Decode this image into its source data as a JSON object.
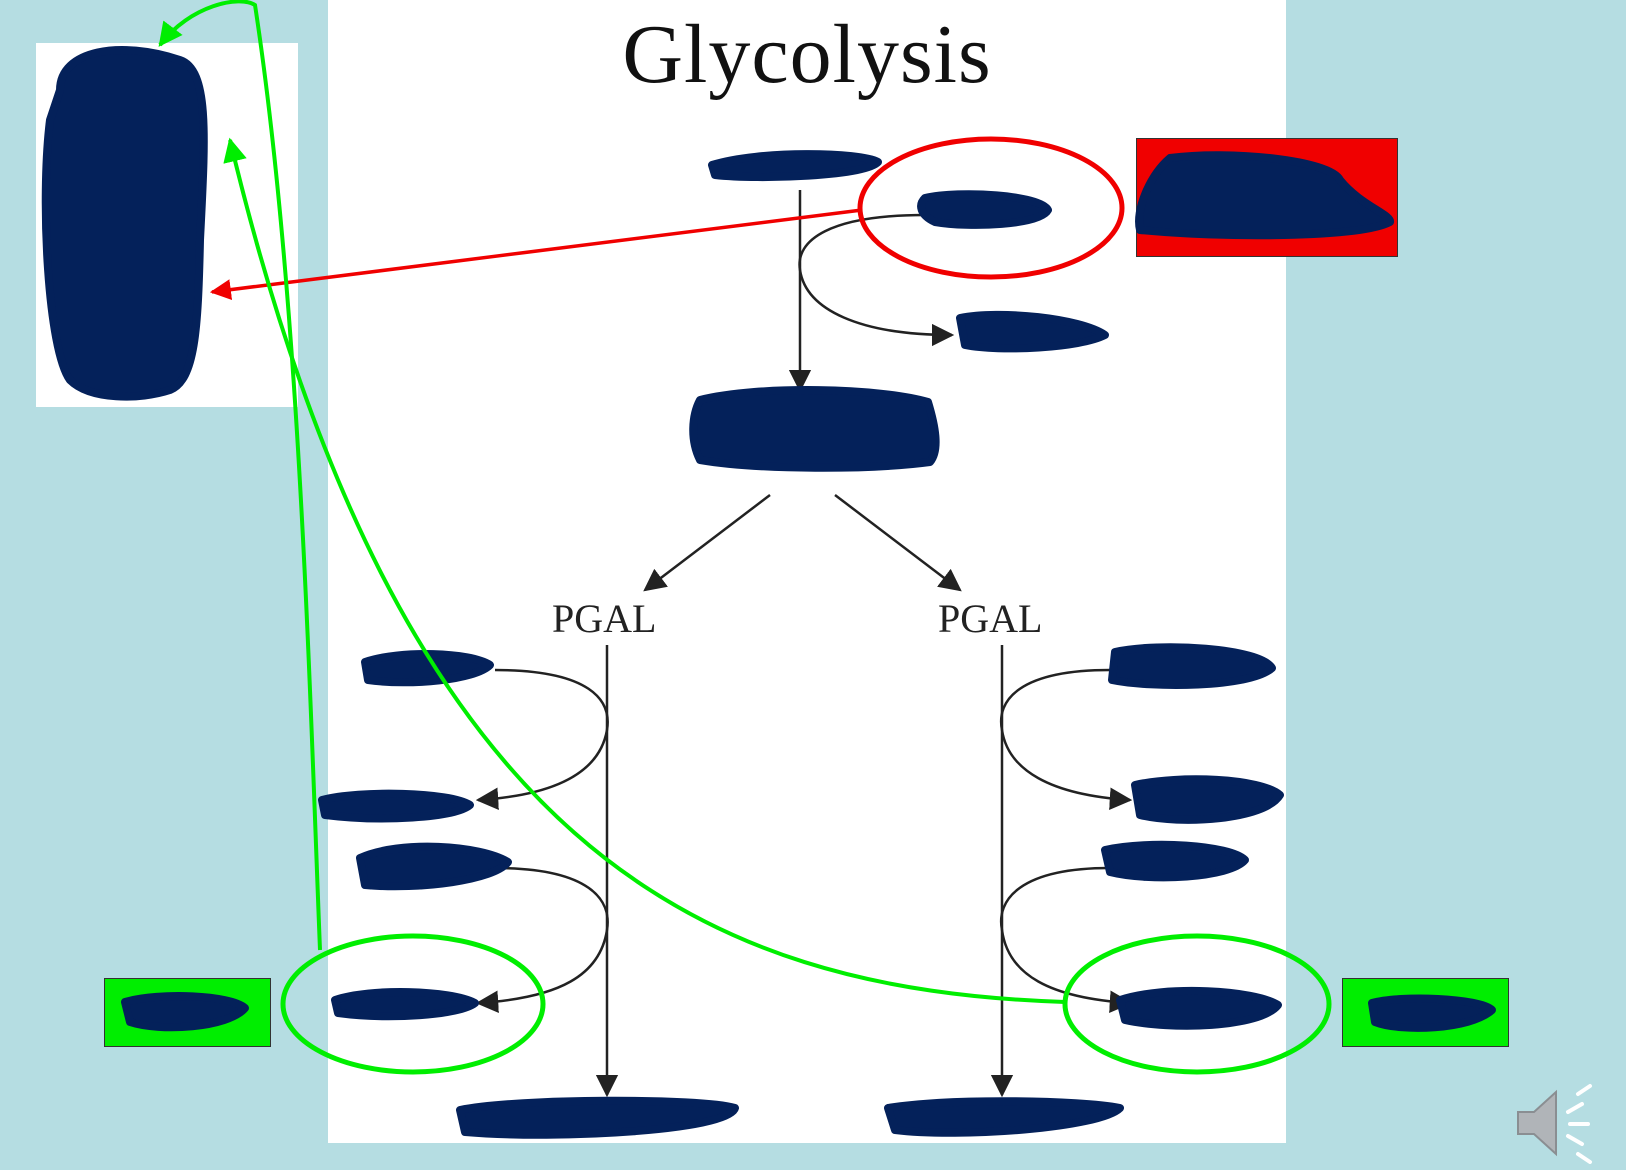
{
  "diagram": {
    "title": "Glycolysis",
    "left_intermediate": "PGAL",
    "right_intermediate": "PGAL"
  },
  "colors": {
    "background": "#b5dde2",
    "redaction": "#04215a",
    "highlight_red": "#f00000",
    "highlight_green": "#00ee00",
    "arrow_black": "#222222"
  },
  "icons": {
    "audio": "speaker-icon"
  }
}
